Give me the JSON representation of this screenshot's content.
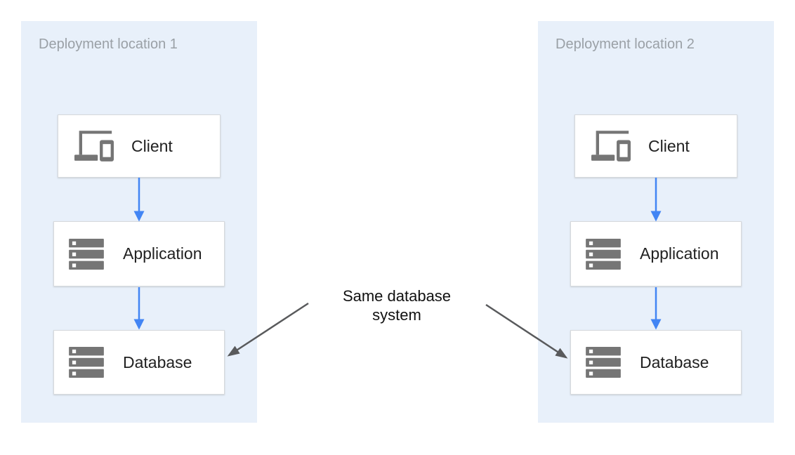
{
  "panels": [
    {
      "title": "Deployment location 1",
      "nodes": [
        {
          "label": "Client",
          "icon": "client-devices-icon"
        },
        {
          "label": "Application",
          "icon": "server-stack-icon"
        },
        {
          "label": "Database",
          "icon": "server-stack-icon"
        }
      ]
    },
    {
      "title": "Deployment location 2",
      "nodes": [
        {
          "label": "Client",
          "icon": "client-devices-icon"
        },
        {
          "label": "Application",
          "icon": "server-stack-icon"
        },
        {
          "label": "Database",
          "icon": "server-stack-icon"
        }
      ]
    }
  ],
  "annotation": {
    "text": "Same database system"
  },
  "connections": [
    {
      "panel": "Deployment location 1",
      "from": "Client",
      "to": "Application",
      "type": "flow"
    },
    {
      "panel": "Deployment location 1",
      "from": "Application",
      "to": "Database",
      "type": "flow"
    },
    {
      "panel": "Deployment location 2",
      "from": "Client",
      "to": "Application",
      "type": "flow"
    },
    {
      "panel": "Deployment location 2",
      "from": "Application",
      "to": "Database",
      "type": "flow"
    },
    {
      "panel": "Deployment location 1",
      "from": "Same database system",
      "to": "Database",
      "type": "callout"
    },
    {
      "panel": "Deployment location 2",
      "from": "Same database system",
      "to": "Database",
      "type": "callout"
    }
  ],
  "colors": {
    "panel_bg": "#e8f0fa",
    "box_bg": "#ffffff",
    "box_border": "#d6d9dc",
    "icon_gray": "#757575",
    "title_gray": "#9aa0a6",
    "label_dark": "#212121",
    "arrow_blue": "#4285f4",
    "arrow_dark": "#595a5c",
    "annotation_text": "#111111"
  }
}
